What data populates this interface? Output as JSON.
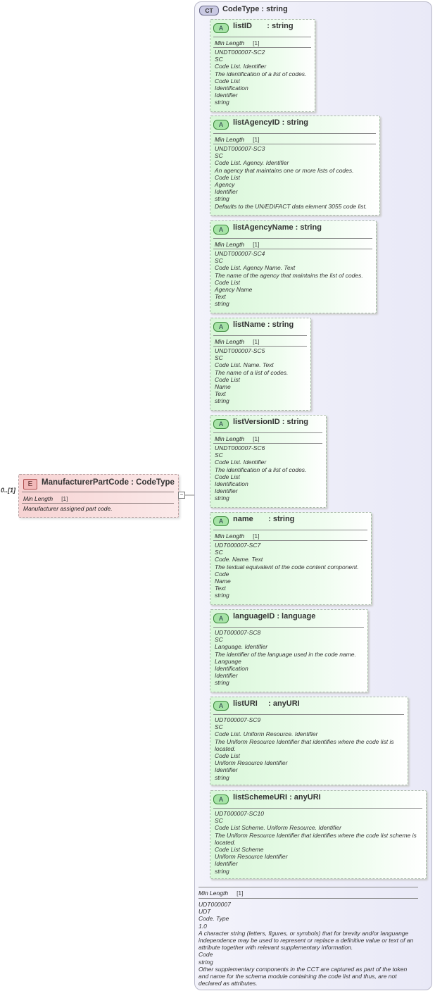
{
  "element": {
    "badge": "E",
    "title": "ManufacturerPartCode : CodeType",
    "facet_label": "Min Length",
    "facet_value": "[1]",
    "doc": "Manufacturer assigned part code.",
    "occurrence": "0..[1]"
  },
  "complex_type": {
    "badge": "CT",
    "title": "CodeType : string",
    "facet_label": "Min Length",
    "facet_value": "[1]",
    "doc": [
      "UDT000007",
      "UDT",
      "Code. Type",
      "1.0",
      "A character string (letters, figures, or symbols) that for brevity and/or languange independence may be used to represent or replace a definitive value or text of an attribute together with relevant supplementary information.",
      "Code",
      "string",
      "Other supplementary components in the CCT are captured as part of the token and name for the schema module containing the code list and thus, are not declared as attributes."
    ]
  },
  "attributes": [
    {
      "badge": "A",
      "name": "listID       : string",
      "facet_label": "Min Length",
      "facet_value": "[1]",
      "doc": [
        "UNDT000007-SC2",
        "SC",
        "Code List. Identifier",
        "The identification of a list of codes.",
        "Code List",
        "Identification",
        "Identifier",
        "string"
      ]
    },
    {
      "badge": "A",
      "name": "listAgencyID : string",
      "facet_label": "Min Length",
      "facet_value": "[1]",
      "doc": [
        "UNDT000007-SC3",
        "SC",
        "Code List. Agency. Identifier",
        "An agency that maintains one or more lists of codes.",
        "Code List",
        "Agency",
        "Identifier",
        "string",
        "Defaults to the UN/EDIFACT data element 3055 code list."
      ]
    },
    {
      "badge": "A",
      "name": "listAgencyName : string",
      "facet_label": "Min Length",
      "facet_value": "[1]",
      "doc": [
        "UNDT000007-SC4",
        "SC",
        "Code List. Agency Name. Text",
        "The name of the agency that maintains the list of codes.",
        "Code List",
        "Agency Name",
        "Text",
        "string"
      ]
    },
    {
      "badge": "A",
      "name": "listName : string",
      "facet_label": "Min Length",
      "facet_value": "[1]",
      "doc": [
        "UNDT000007-SC5",
        "SC",
        "Code List. Name. Text",
        "The name of a list of codes.",
        "Code List",
        "Name",
        "Text",
        "string"
      ]
    },
    {
      "badge": "A",
      "name": "listVersionID : string",
      "facet_label": "Min Length",
      "facet_value": "[1]",
      "doc": [
        "UNDT000007-SC6",
        "SC",
        "Code List. Identifier",
        "The identification of a list of codes.",
        "Code List",
        "Identification",
        "Identifier",
        "string"
      ]
    },
    {
      "badge": "A",
      "name": "name       : string",
      "facet_label": "Min Length",
      "facet_value": "[1]",
      "doc": [
        "UDT000007-SC7",
        "SC",
        "Code. Name. Text",
        "The textual equivalent of the code content component.",
        "Code",
        "Name",
        "Text",
        "string"
      ]
    },
    {
      "badge": "A",
      "name": "languageID : language",
      "facet_label": "",
      "facet_value": "",
      "doc": [
        "UDT000007-SC8",
        "SC",
        "Language. Identifier",
        "The identifier of the language used in the code name.",
        "Language",
        "Identification",
        "Identifier",
        "string"
      ]
    },
    {
      "badge": "A",
      "name": "listURI     : anyURI",
      "facet_label": "",
      "facet_value": "",
      "doc": [
        "UDT000007-SC9",
        "SC",
        "Code List. Uniform Resource. Identifier",
        "The Uniform Resource Identifier that identifies where the code list is located.",
        "Code List",
        "Uniform Resource Identifier",
        "Identifier",
        "string"
      ]
    },
    {
      "badge": "A",
      "name": "listSchemeURI : anyURI",
      "facet_label": "",
      "facet_value": "",
      "doc": [
        "UDT000007-SC10",
        "SC",
        "Code List Scheme. Uniform Resource. Identifier",
        "The Uniform Resource Identifier that identifies where the code list scheme is located.",
        "Code List Scheme",
        "Uniform Resource Identifier",
        "Identifier",
        "string"
      ]
    }
  ]
}
